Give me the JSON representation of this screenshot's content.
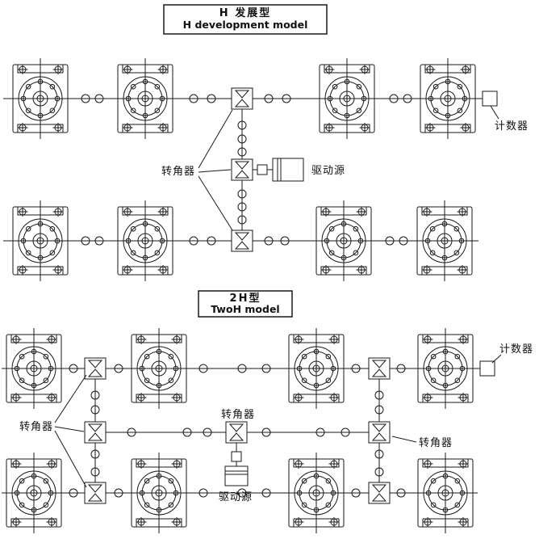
{
  "diagram": {
    "background": "#ffffff",
    "line_color": "#1a1a1a"
  },
  "h_model": {
    "title_cn": "H 发展型",
    "title_en": "H development model",
    "corner_gear": "转角器",
    "drive_source": "驱动源",
    "counter": "计数器"
  },
  "two_h": {
    "title_cn": "2H型",
    "title_en": "TwoH model",
    "corner_gear_left": "转角器",
    "corner_gear_center": "转角器",
    "corner_gear_right": "转角器",
    "drive_source": "驱动源",
    "counter": "计数器"
  }
}
